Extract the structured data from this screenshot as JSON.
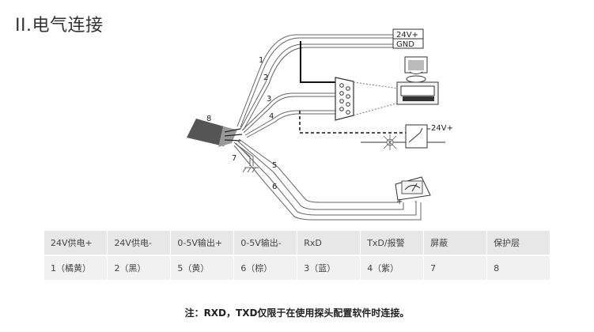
{
  "title": "II.电气连接",
  "diagram": {
    "power_top_label": "24V+",
    "power_bottom_label": "GND",
    "relay_voltage_label": "24V+",
    "meter_plus": "+",
    "meter_minus": "-",
    "wire_labels": [
      "1",
      "2",
      "3",
      "4",
      "5",
      "6",
      "7",
      "8"
    ]
  },
  "table": {
    "headers": [
      "24V供电+",
      "24V供电-",
      "0-5V输出+",
      "0-5V输出-",
      "RxD",
      "TxD/报警",
      "屏蔽",
      "保护层"
    ],
    "values": [
      "1（橘黄）",
      "2（黑）",
      "5（黄）",
      "6（棕）",
      "3（蓝）",
      "4（紫）",
      "7",
      "8"
    ]
  },
  "note": "注：RXD，TXD仅限于在使用探头配置软件时连接。"
}
